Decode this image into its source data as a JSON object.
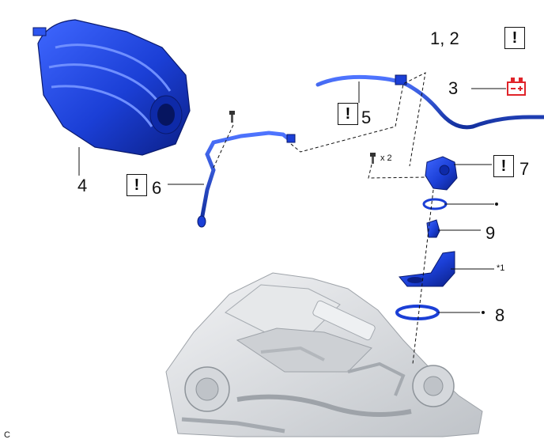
{
  "callouts": {
    "c12": "1, 2",
    "c3": "3",
    "c4": "4",
    "c5": "5",
    "c6": "6",
    "c7": "7",
    "c8": "8",
    "c9": "9",
    "star1": "*1",
    "x2": "x 2",
    "corner": "C"
  },
  "warning_symbol": "!",
  "colors": {
    "part_blue": "#1b3fd6",
    "battery_red": "#e0242a",
    "engine_gray": "#d9dbde",
    "line": "#111111"
  },
  "icons": {
    "battery": "battery-disconnect-icon",
    "caution": "caution-box-icon"
  }
}
